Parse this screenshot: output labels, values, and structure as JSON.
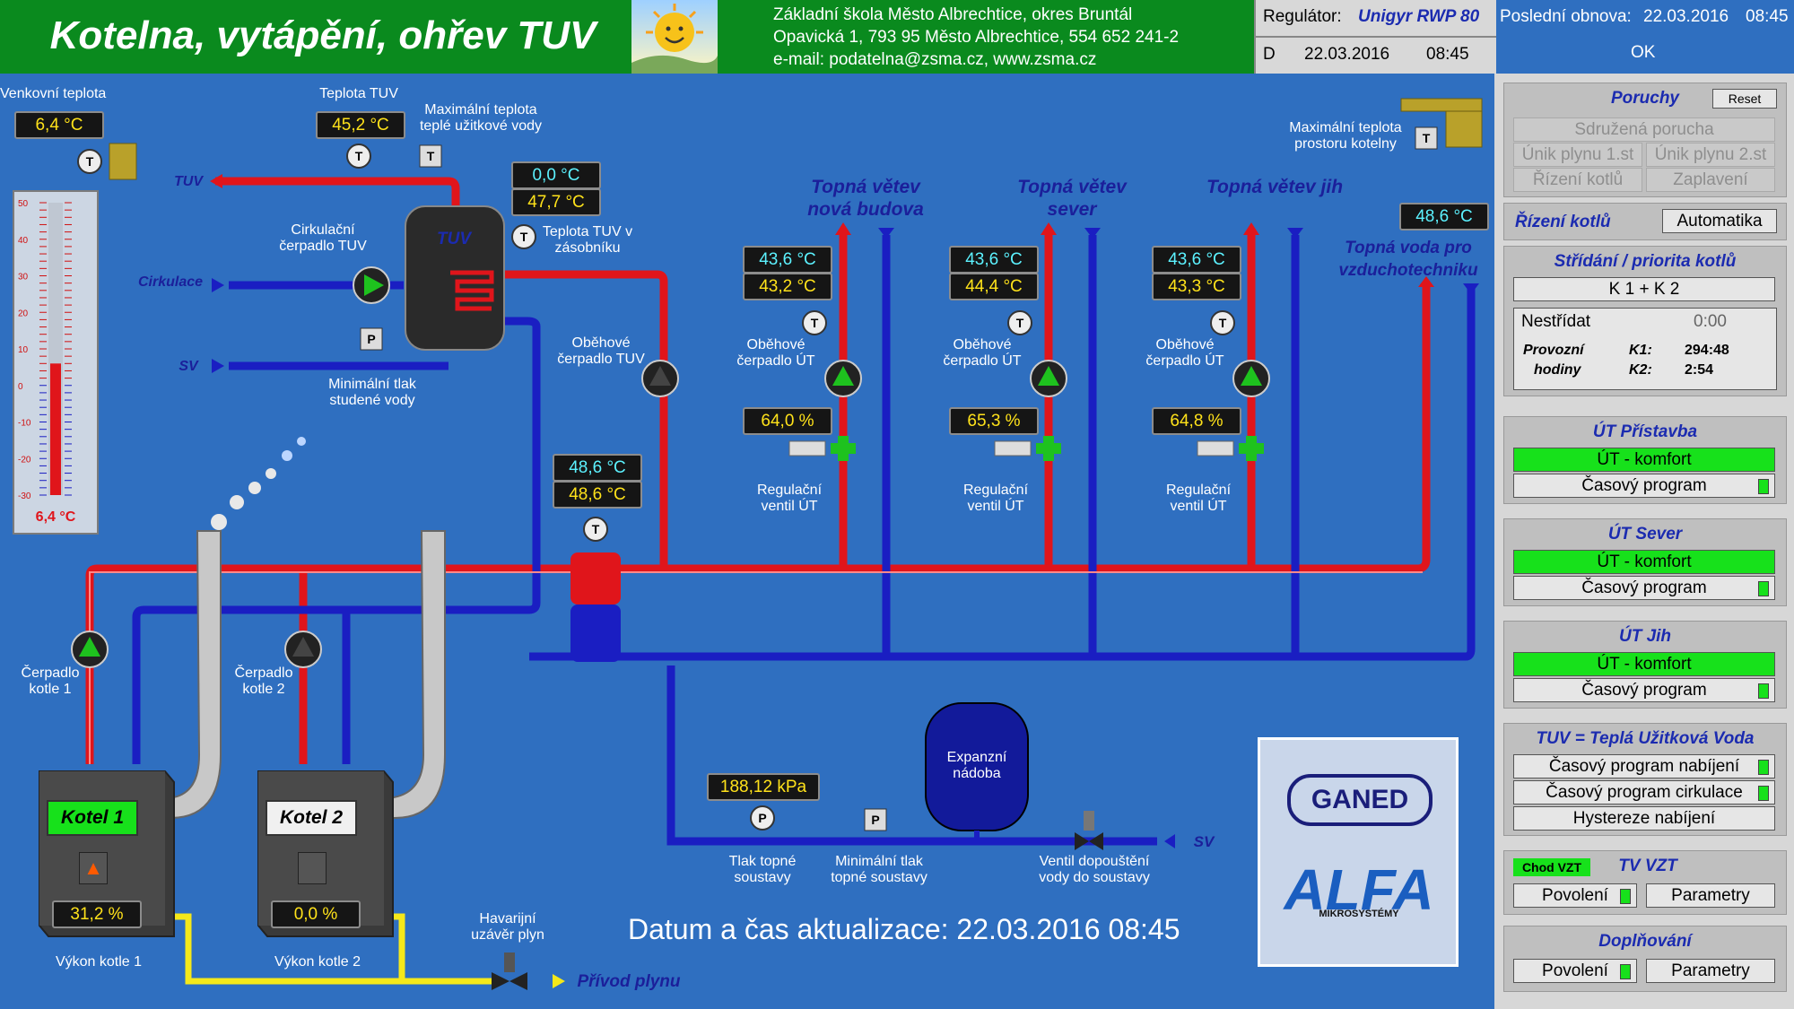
{
  "header": {
    "title": "Kotelna, vytápění, ohřev TUV",
    "school_line1": "Základní škola Město Albrechtice, okres Bruntál",
    "school_line2": "Opavická 1, 793 95 Město Albrechtice, 554 652 241-2",
    "school_line3": "e-mail: podatelna@zsma.cz, www.zsma.cz",
    "regulator_label": "Regulátor:",
    "regulator_value": "Unigyr RWP 80",
    "day_code": "D",
    "reg_date": "22.03.2016",
    "reg_time": "08:45",
    "last_update_label": "Poslední obnova:",
    "last_update_date": "22.03.2016",
    "last_update_time": "08:45",
    "status": "OK"
  },
  "outdoor": {
    "label": "Venkovní teplota",
    "value": "6,4 °C",
    "thermo_value": "6,4 °C",
    "scale": [
      "50",
      "40",
      "30",
      "20",
      "10",
      "0",
      "-10",
      "-20",
      "-30"
    ],
    "fill_fraction": 0.45
  },
  "tuv": {
    "temp_label": "Teplota TUV",
    "temp_value": "45,2 °C",
    "max_label": "Maximální teplota teplé užitkové vody",
    "tank_label": "TUV",
    "tank_temp_label": "Teplota TUV v zásobníku",
    "tank_val1": "0,0 °C",
    "tank_val2": "47,7 °C",
    "circ_pump_label": "Cirkulační čerpadlo TUV",
    "min_pressure_label": "Minimální tlak studené vody",
    "pump_label": "Oběhové čerpadlo TUV",
    "line_tuv": "TUV",
    "line_circ": "Cirkulace",
    "line_sv": "SV"
  },
  "branches": [
    {
      "title": "Topná větev nová budova",
      "t1": "43,6 °C",
      "t2": "43,2 °C",
      "valve": "64,0 %",
      "pump_label": "Oběhové čerpadlo ÚT",
      "valve_label": "Regulační ventil ÚT"
    },
    {
      "title": "Topná větev sever",
      "t1": "43,6 °C",
      "t2": "44,4 °C",
      "valve": "65,3 %",
      "pump_label": "Oběhové čerpadlo ÚT",
      "valve_label": "Regulační ventil ÚT"
    },
    {
      "title": "Topná větev jih",
      "t1": "43,6 °C",
      "t2": "43,3 °C",
      "valve": "64,8 %",
      "pump_label": "Oběhové čerpadlo ÚT",
      "valve_label": "Regulační ventil ÚT"
    }
  ],
  "vzt": {
    "title": "Topná voda pro vzduchotechniku",
    "value": "48,6 °C"
  },
  "boiler_room": {
    "label": "Maximální teplota prostoru kotelny"
  },
  "manifold": {
    "t1": "48,6 °C",
    "t2": "48,6 °C"
  },
  "boilers": [
    {
      "name": "Kotel 1",
      "power": "31,2 %",
      "power_label": "Výkon kotle 1",
      "pump_label": "Čerpadlo kotle 1",
      "active": true
    },
    {
      "name": "Kotel 2",
      "power": "0,0 %",
      "power_label": "Výkon kotle 2",
      "pump_label": "Čerpadlo kotle 2",
      "active": false
    }
  ],
  "system": {
    "pressure": "188,12 kPa",
    "pressure_label": "Tlak topné soustavy",
    "min_pressure_label": "Minimální tlak topné soustavy",
    "expansion_label": "Expanzní nádoba",
    "fill_valve_label": "Ventil dopouštění vody do soustavy",
    "sv_label": "SV",
    "gas_valve_label": "Havarijní uzávěr plyn",
    "gas_label": "Přívod plynu"
  },
  "datum": "Datum a čas aktualizace: 22.03.2016  08:45",
  "logos": {
    "ganed": "GANED",
    "alfa": "ALFA",
    "alfa_sub": "MIKROSYSTÉMY"
  },
  "panel": {
    "poruchy": {
      "title": "Poruchy",
      "reset": "Reset",
      "items": [
        "Sdružená porucha",
        "Únik plynu 1.st",
        "Únik plynu 2.st",
        "Řízení kotlů",
        "Zaplavení"
      ]
    },
    "rizeni": {
      "label": "Řízení kotlů",
      "value": "Automatika"
    },
    "stridani": {
      "title": "Střídání / priorita kotlů",
      "value": "K 1 + K 2",
      "nestridat": "Nestřídat",
      "nestridat_time": "0:00",
      "hours_label1": "Provozní",
      "hours_label2": "hodiny",
      "k1": "K1:",
      "k1_val": "294:48",
      "k2": "K2:",
      "k2_val": "2:54"
    },
    "ut_sections": [
      {
        "title": "ÚT Přístavba",
        "mode": "ÚT - komfort",
        "program": "Časový program"
      },
      {
        "title": "ÚT Sever",
        "mode": "ÚT - komfort",
        "program": "Časový program"
      },
      {
        "title": "ÚT Jih",
        "mode": "ÚT - komfort",
        "program": "Časový program"
      }
    ],
    "tuv": {
      "title": "TUV = Teplá Užitková Voda",
      "items": [
        "Časový program nabíjení",
        "Časový program cirkulace",
        "Hystereze nabíjení"
      ]
    },
    "vzt": {
      "badge": "Chod VZT",
      "title": "TV VZT",
      "povoleni": "Povolení",
      "parametry": "Parametry"
    },
    "doplnovani": {
      "title": "Doplňování",
      "povoleni": "Povolení",
      "parametry": "Parametry"
    }
  },
  "colors": {
    "background": "#2f6fc0",
    "header": "#0a8a1e",
    "hot_pipe": "#e0151b",
    "cold_pipe": "#1a1ec2",
    "gas_pipe": "#f5e81a",
    "active_green": "#17e11b"
  }
}
